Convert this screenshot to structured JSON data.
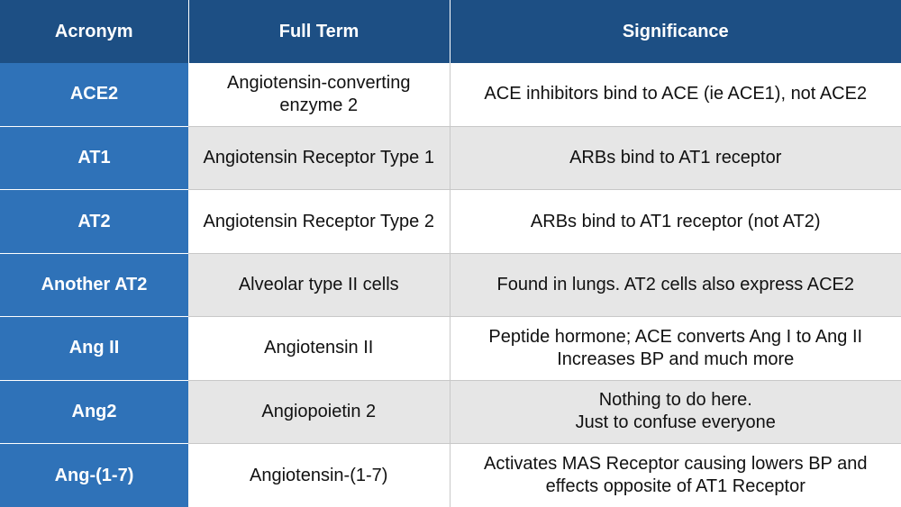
{
  "colors": {
    "header_bg": "#1d4f84",
    "acronym_col_bg": "#2f72b8",
    "row_alt_bg": "#e6e6e6",
    "row_bg": "#ffffff"
  },
  "headers": [
    "Acronym",
    "Full Term",
    "Significance"
  ],
  "rows": [
    {
      "acronym": "ACE2",
      "full_term": [
        "Angiotensin-converting",
        "enzyme 2"
      ],
      "significance": [
        "ACE inhibitors bind to ACE (ie ACE1), not ACE2"
      ]
    },
    {
      "acronym": "AT1",
      "full_term": [
        "Angiotensin Receptor Type 1"
      ],
      "significance": [
        "ARBs bind to AT1 receptor"
      ]
    },
    {
      "acronym": "AT2",
      "full_term": [
        "Angiotensin Receptor Type 2"
      ],
      "significance": [
        "ARBs bind to AT1 receptor (not AT2)"
      ]
    },
    {
      "acronym": "Another AT2",
      "full_term": [
        "Alveolar type II cells"
      ],
      "significance": [
        "Found in lungs. AT2 cells also express ACE2"
      ]
    },
    {
      "acronym": "Ang II",
      "full_term": [
        "Angiotensin II"
      ],
      "significance": [
        "Peptide hormone; ACE converts Ang I to Ang II",
        "Increases BP and much more"
      ]
    },
    {
      "acronym": "Ang2",
      "full_term": [
        "Angiopoietin 2"
      ],
      "significance": [
        "Nothing to do here.",
        "Just to confuse everyone"
      ]
    },
    {
      "acronym": "Ang-(1-7)",
      "full_term": [
        "Angiotensin-(1-7)"
      ],
      "significance": [
        "Activates MAS Receptor causing lowers BP and",
        "effects opposite of AT1 Receptor"
      ]
    }
  ]
}
